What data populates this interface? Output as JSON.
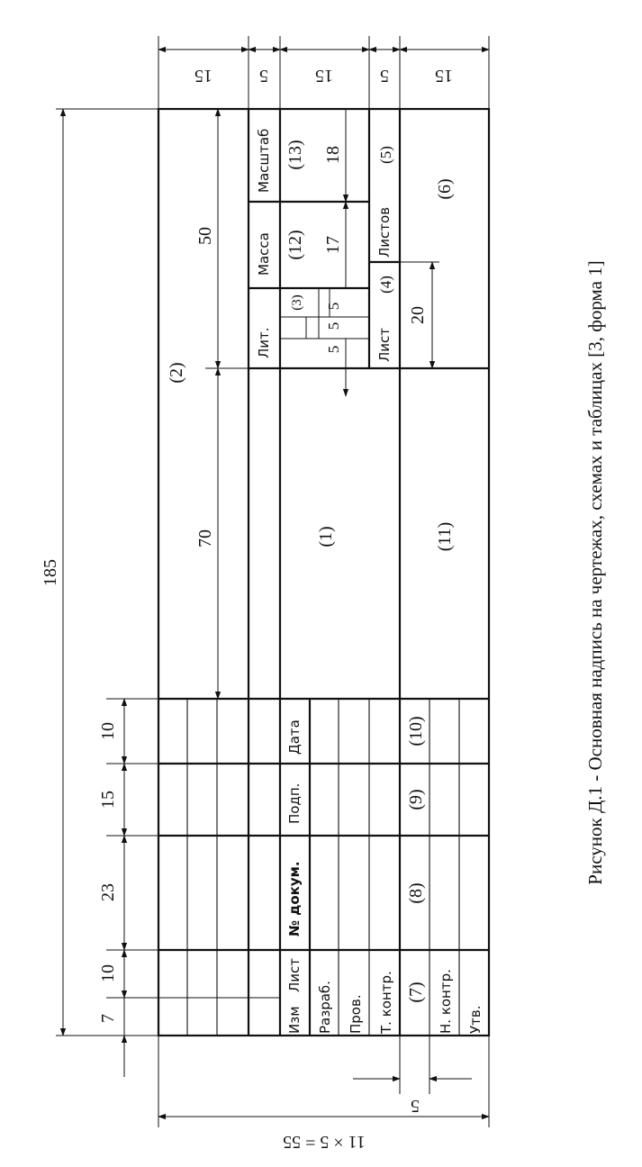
{
  "caption": "Рисунок Д.1 - Основная надпись на чертежах, схемах и таблицах [3, форма 1]",
  "headers": {
    "izm": "Изм",
    "list": "Лист",
    "dokum": "№ докум.",
    "podp": "Подп.",
    "data": "Дата",
    "lit": "Лит.",
    "massa": "Масса",
    "masshtab": "Масштаб",
    "list2": "Лист",
    "listov": "Листов"
  },
  "roles": {
    "razrab": "Разраб.",
    "prov": "Пров.",
    "tkontr": "Т. контр.",
    "nkontr": "Н. контр.",
    "utv": "Утв."
  },
  "fields": {
    "f1": "(1)",
    "f2": "(2)",
    "f3": "(3)",
    "f4": "(4)",
    "f5": "(5)",
    "f6": "(6)",
    "f7": "(7)",
    "f8": "(8)",
    "f9": "(9)",
    "f10": "(10)",
    "f11": "(11)",
    "f12": "(12)",
    "f13": "(13)"
  },
  "dimensions": {
    "d185": "185",
    "d7": "7",
    "d10a": "10",
    "d23": "23",
    "d15": "15",
    "d10b": "10",
    "d50": "50",
    "d70": "70",
    "d15t1": "15",
    "d5t1": "5",
    "d15t2": "15",
    "d5t2": "5",
    "d15t3": "15",
    "d18": "18",
    "d17": "17",
    "d20": "20",
    "d5a": "5",
    "d5b": "5",
    "d5c": "5",
    "d5bottom": "5",
    "d55": "11 × 5 = 55"
  }
}
